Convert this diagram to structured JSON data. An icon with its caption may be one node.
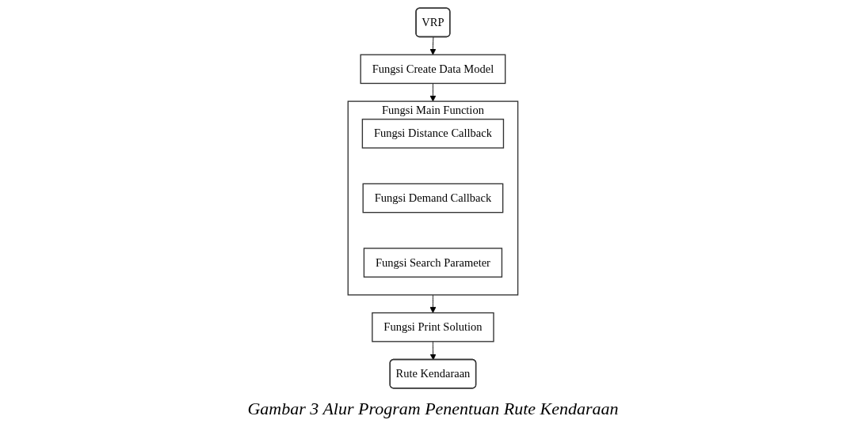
{
  "diagram": {
    "caption": "Gambar 3 Alur Program Penentuan Rute Kendaraan",
    "nodes": [
      {
        "text": [
          "VRP"
        ]
      },
      {
        "text": [
          "Fungsi Create Data Model"
        ]
      },
      {
        "text": [
          "Fungsi Main Function"
        ]
      },
      {
        "text": [
          "Fungsi Distance Callback"
        ],
        "in": 2
      },
      {
        "text": [
          "Fungsi Demand Callback"
        ],
        "in": 2
      },
      {
        "text": [
          "Fungsi Search Parameter"
        ],
        "in": 2
      },
      {
        "text": [
          "Fungsi Print Solution"
        ]
      },
      {
        "text": [
          "Rute Kendaraan"
        ]
      }
    ],
    "edges": [
      {
        "from": 0,
        "to": 1,
        "arrow": "to"
      },
      {
        "from": 1,
        "to": 2,
        "arrow": "to"
      },
      {
        "from": 2,
        "to": 6,
        "arrow": "to"
      },
      {
        "from": 6,
        "to": 7,
        "arrow": "to"
      }
    ]
  }
}
